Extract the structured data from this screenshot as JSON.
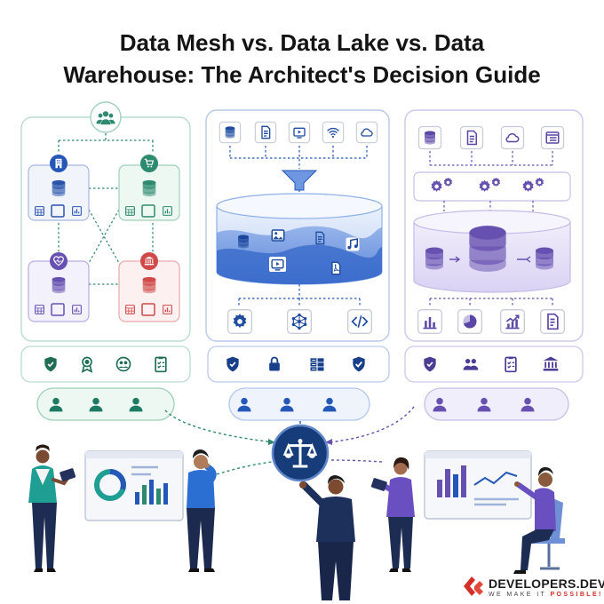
{
  "title": {
    "line1": "Data Mesh vs. Data Lake vs. Data",
    "line2": "Warehouse: The Architect's Decision Guide"
  },
  "brand": {
    "name": "DEVELOPERS.DEV",
    "tagline_main": "WE MAKE IT ",
    "tagline_accent": "POSSIBLE!"
  },
  "colors": {
    "mesh": "#2e8a6e",
    "lake": "#2457b8",
    "warehouse": "#6650b0",
    "navy": "#143a78",
    "brand_red": "#d4302a"
  },
  "columns": {
    "mesh": {
      "top_icon": "users-group-icon",
      "domains": [
        {
          "badge": "building-icon",
          "color": "#2457b8"
        },
        {
          "badge": "cart-icon",
          "color": "#2e8a6e"
        },
        {
          "badge": "heart-pulse-icon",
          "color": "#6650b0"
        },
        {
          "badge": "bank-icon",
          "color": "#d04848"
        }
      ],
      "governance_icons": [
        "shield-check-icon",
        "award-ribbon-icon",
        "people-network-icon",
        "checklist-icon"
      ],
      "users": [
        "user-icon",
        "user-icon",
        "user-icon"
      ]
    },
    "lake": {
      "sources": [
        "database-icon",
        "document-icon",
        "video-play-icon",
        "wifi-signal-icon",
        "cloud-icon"
      ],
      "contents": [
        "database-icon",
        "image-icon",
        "document-icon",
        "music-note-icon",
        "video-play-icon",
        "pdf-file-icon"
      ],
      "tools": [
        "gear-icon",
        "network-nodes-icon",
        "code-brackets-icon"
      ],
      "security_icons": [
        "shield-check-icon",
        "padlock-icon",
        "server-rack-icon",
        "badge-check-icon"
      ],
      "users": [
        "user-icon",
        "user-icon",
        "user-icon"
      ]
    },
    "warehouse": {
      "sources": [
        "database-icon",
        "document-icon",
        "cloud-icon",
        "browser-window-icon"
      ],
      "etl": [
        "gears-icon",
        "gears-icon",
        "gears-icon"
      ],
      "outputs": [
        "bar-chart-icon",
        "pie-chart-icon",
        "line-chart-icon",
        "report-icon"
      ],
      "governance_icons": [
        "shield-check-icon",
        "people-icon",
        "checklist-icon",
        "bank-icon"
      ],
      "users": [
        "user-icon",
        "user-icon",
        "user-icon"
      ]
    }
  },
  "center": {
    "icon": "balance-scale-icon"
  },
  "people": [
    "woman-with-tablet",
    "man-thinking",
    "man-pointing",
    "woman-with-tablet-2",
    "man-seated-presenting"
  ]
}
